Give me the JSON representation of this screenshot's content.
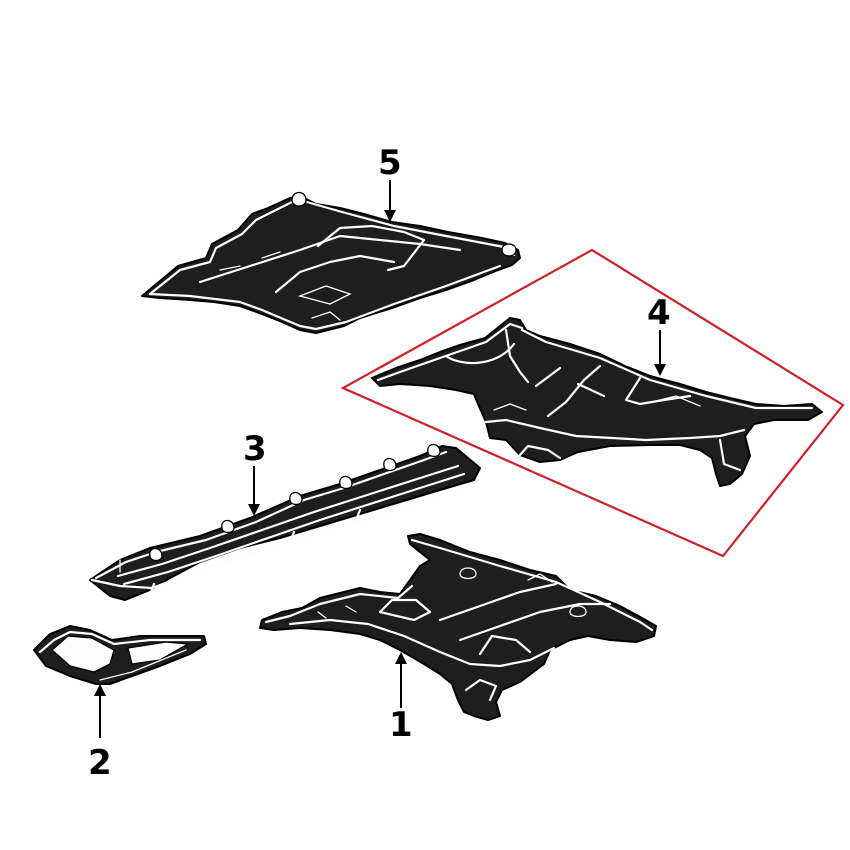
{
  "callouts": {
    "c1": "1",
    "c2": "2",
    "c3": "3",
    "c4": "4",
    "c5": "5"
  },
  "highlight": {
    "part": "4",
    "color": "#d0202a"
  },
  "colors": {
    "line": "#000000",
    "background": "#ffffff"
  }
}
